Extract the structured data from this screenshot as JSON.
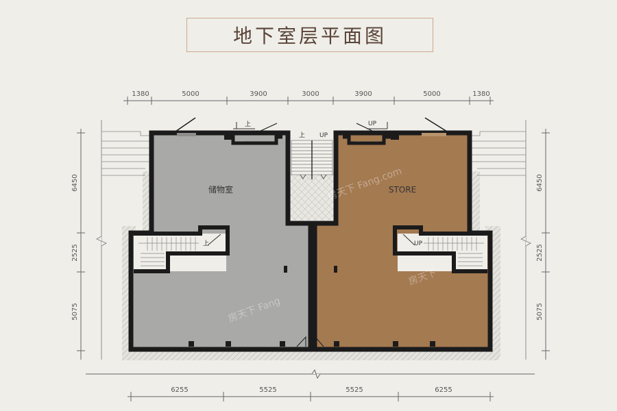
{
  "title": "地下室层平面图",
  "top_dimensions": [
    "1380",
    "5000",
    "3900",
    "3000",
    "3900",
    "5000",
    "1380"
  ],
  "bottom_dimensions": [
    "6255",
    "5525",
    "5525",
    "6255"
  ],
  "left_dimensions": [
    "6450",
    "2525",
    "5075"
  ],
  "right_dimensions": [
    "6450",
    "2525",
    "5075"
  ],
  "rooms": {
    "left_name": "储物室",
    "right_name": "STORE"
  },
  "stair_labels": {
    "up_cn_top": "上",
    "up_en_top": "UP",
    "up_cn_center": "上",
    "up_en_center": "UP",
    "up_cn_lower": "上",
    "up_en_lower": "UP"
  },
  "watermarks": [
    "房天下",
    "房天下 Fang",
    "房天下 Fang.com"
  ],
  "colors": {
    "left_room_fill": "#a9aaa7",
    "right_room_fill": "#a47a51",
    "wall": "#1b1b1b",
    "background": "#efeee9",
    "title_border": "#cfa98b"
  }
}
